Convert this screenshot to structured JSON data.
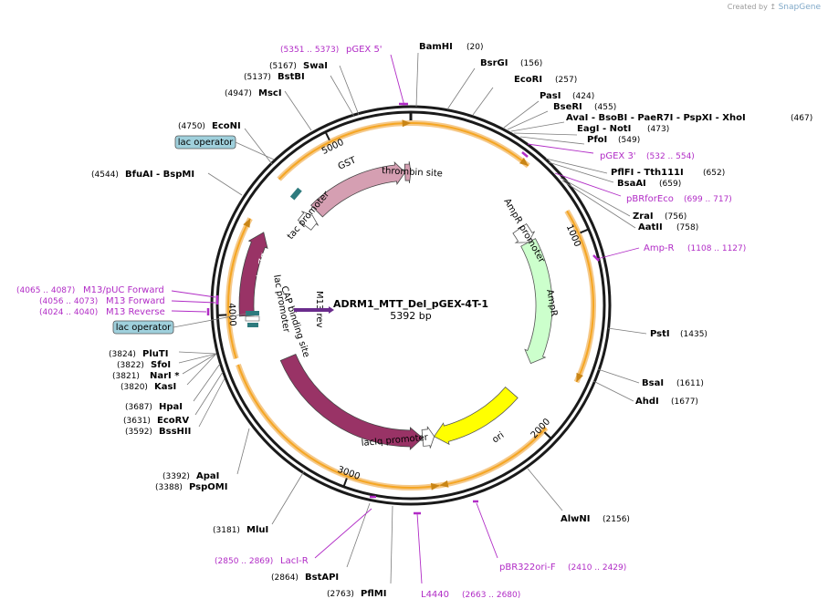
{
  "watermark": {
    "prefix": "Created by",
    "brand": "SnapGene"
  },
  "plasmid": {
    "name": "ADRM1_MTT_Del_pGEX-4T-1",
    "length_label": "5392 bp",
    "total_bp": 5392
  },
  "ticks": [
    {
      "bp": 1000,
      "label": "1000"
    },
    {
      "bp": 2000,
      "label": "2000"
    },
    {
      "bp": 3000,
      "label": "3000"
    },
    {
      "bp": 4000,
      "label": "4000"
    },
    {
      "bp": 5000,
      "label": "5000"
    }
  ],
  "enzymes": [
    {
      "name": "BamHI",
      "pos": "(20)",
      "bp": 20
    },
    {
      "name": "BsrGI",
      "pos": "(156)",
      "bp": 156
    },
    {
      "name": "EcoRI",
      "pos": "(257)",
      "bp": 257
    },
    {
      "name": "PasI",
      "pos": "(424)",
      "bp": 424
    },
    {
      "name": "BseRI",
      "pos": "(455)",
      "bp": 455
    },
    {
      "name": "AvaI - BsoBI - PaeR7I - PspXI - XhoI",
      "pos": "(467)",
      "bp": 467
    },
    {
      "name": "EagI - NotI",
      "pos": "(473)",
      "bp": 473
    },
    {
      "name": "PfoI",
      "pos": "(549)",
      "bp": 549
    },
    {
      "name": "PflFI - Tth111I",
      "pos": "(652)",
      "bp": 652
    },
    {
      "name": "BsaAI",
      "pos": "(659)",
      "bp": 659
    },
    {
      "name": "ZraI",
      "pos": "(756)",
      "bp": 756
    },
    {
      "name": "AatII",
      "pos": "(758)",
      "bp": 758
    },
    {
      "name": "PstI",
      "pos": "(1435)",
      "bp": 1435
    },
    {
      "name": "BsaI",
      "pos": "(1611)",
      "bp": 1611
    },
    {
      "name": "AhdI",
      "pos": "(1677)",
      "bp": 1677
    },
    {
      "name": "AlwNI",
      "pos": "(2156)",
      "bp": 2156
    },
    {
      "name": "BstAPI",
      "pos": "(2864)",
      "bp": 2864
    },
    {
      "name": "PflMI",
      "pos": "(2763)",
      "bp": 2763
    },
    {
      "name": "MluI",
      "pos": "(3181)",
      "bp": 3181
    },
    {
      "name": "ApaI",
      "pos": "(3392)",
      "bp": 3392
    },
    {
      "name": "PspOMI",
      "pos": "(3388)",
      "bp": 3388
    },
    {
      "name": "BssHII",
      "pos": "(3592)",
      "bp": 3592
    },
    {
      "name": "EcoRV",
      "pos": "(3631)",
      "bp": 3631
    },
    {
      "name": "HpaI",
      "pos": "(3687)",
      "bp": 3687
    },
    {
      "name": "KasI",
      "pos": "(3820)",
      "bp": 3820
    },
    {
      "name": "NarI *",
      "pos": "(3821)",
      "bp": 3821
    },
    {
      "name": "SfoI",
      "pos": "(3822)",
      "bp": 3822
    },
    {
      "name": "PluTI",
      "pos": "(3824)",
      "bp": 3824
    },
    {
      "name": "BfuAI - BspMI",
      "pos": "(4544)",
      "bp": 4544
    },
    {
      "name": "EcoNI",
      "pos": "(4750)",
      "bp": 4750
    },
    {
      "name": "MscI",
      "pos": "(4947)",
      "bp": 4947
    },
    {
      "name": "BstBI",
      "pos": "(5137)",
      "bp": 5137
    },
    {
      "name": "SwaI",
      "pos": "(5167)",
      "bp": 5167
    }
  ],
  "primers": [
    {
      "name": "pGEX 5'",
      "range": "(5351 .. 5373)",
      "bp": 5362
    },
    {
      "name": "pGEX 3'",
      "range": "(532 .. 554)",
      "bp": 543
    },
    {
      "name": "pBRforEco",
      "range": "(699 .. 717)",
      "bp": 708
    },
    {
      "name": "Amp-R",
      "range": "(1108 .. 1127)",
      "bp": 1118
    },
    {
      "name": "pBR322ori-F",
      "range": "(2410 .. 2429)",
      "bp": 2420
    },
    {
      "name": "L4440",
      "range": "(2663 .. 2680)",
      "bp": 2672
    },
    {
      "name": "LacI-R",
      "range": "(2850 .. 2869)",
      "bp": 2860
    },
    {
      "name": "M13/pUC Forward",
      "range": "(4065 .. 4087)",
      "bp": 4076
    },
    {
      "name": "M13 Forward",
      "range": "(4056 .. 4073)",
      "bp": 4064
    },
    {
      "name": "M13 Reverse",
      "range": "(4024 .. 4040)",
      "bp": 4032
    },
    {
      "name": "M13 rev",
      "range": "",
      "bp": 4260
    }
  ],
  "features": [
    {
      "name": "GST",
      "color": "#d59fb2"
    },
    {
      "name": "thrombin site",
      "color": "#d59fb2"
    },
    {
      "name": "AmpR promoter",
      "color": "#ffffff"
    },
    {
      "name": "AmpR",
      "color": "#ccffcc"
    },
    {
      "name": "ori",
      "color": "#ffff00"
    },
    {
      "name": "lacIq promoter",
      "color": "#ffffff"
    },
    {
      "name": "lacI",
      "color": "#993366"
    },
    {
      "name": "lacZα",
      "color": "#993366"
    },
    {
      "name": "lac promoter",
      "color": "#ffffff"
    },
    {
      "name": "CAP binding site",
      "color": "#ffffff"
    },
    {
      "name": "tac promoter",
      "color": "#ffffff"
    }
  ],
  "lac_operator_boxes": [
    {
      "label": "lac operator"
    },
    {
      "label": "lac operator"
    }
  ],
  "colors": {
    "primer": "#b12cc6",
    "orf_arc": "#f5a623",
    "backbone": "#1a1a1a"
  }
}
